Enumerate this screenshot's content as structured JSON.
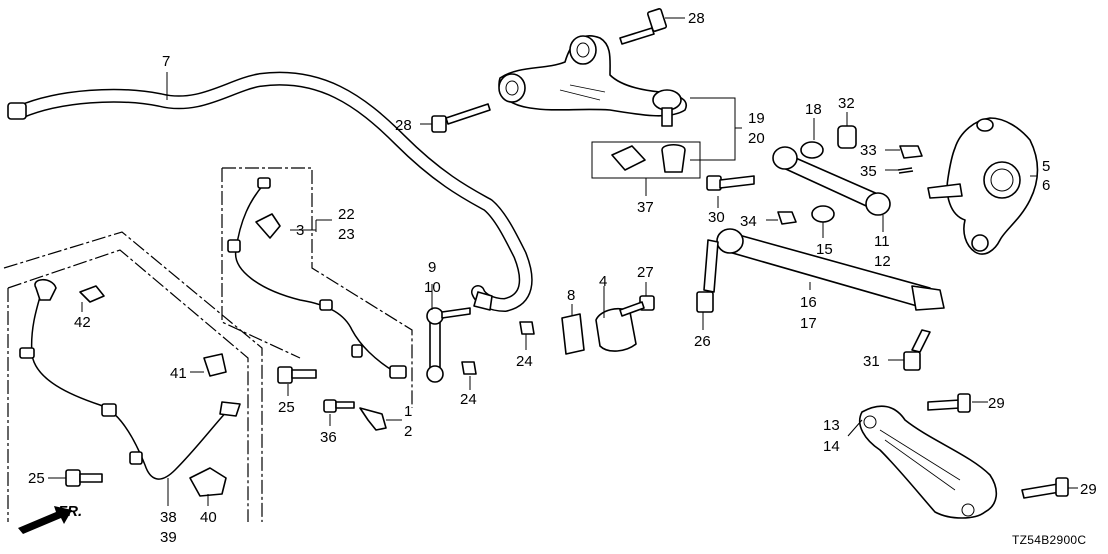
{
  "diagram_code": "TZ54B2900C",
  "front_indicator": "FR.",
  "callouts": {
    "c1": "1",
    "c2": "2",
    "c3": "3",
    "c4": "4",
    "c5": "5",
    "c6": "6",
    "c7": "7",
    "c8": "8",
    "c9": "9",
    "c10": "10",
    "c11": "11",
    "c12": "12",
    "c13": "13",
    "c14": "14",
    "c15": "15",
    "c16": "16",
    "c17": "17",
    "c18": "18",
    "c19": "19",
    "c20": "20",
    "c22": "22",
    "c23": "23",
    "c24": "24",
    "c25": "25",
    "c26": "26",
    "c27": "27",
    "c28": "28",
    "c29": "29",
    "c30": "30",
    "c31": "31",
    "c32": "32",
    "c33": "33",
    "c34": "34",
    "c35": "35",
    "c36": "36",
    "c37": "37",
    "c38": "38",
    "c39": "39",
    "c40": "40",
    "c41": "41",
    "c42": "42"
  }
}
